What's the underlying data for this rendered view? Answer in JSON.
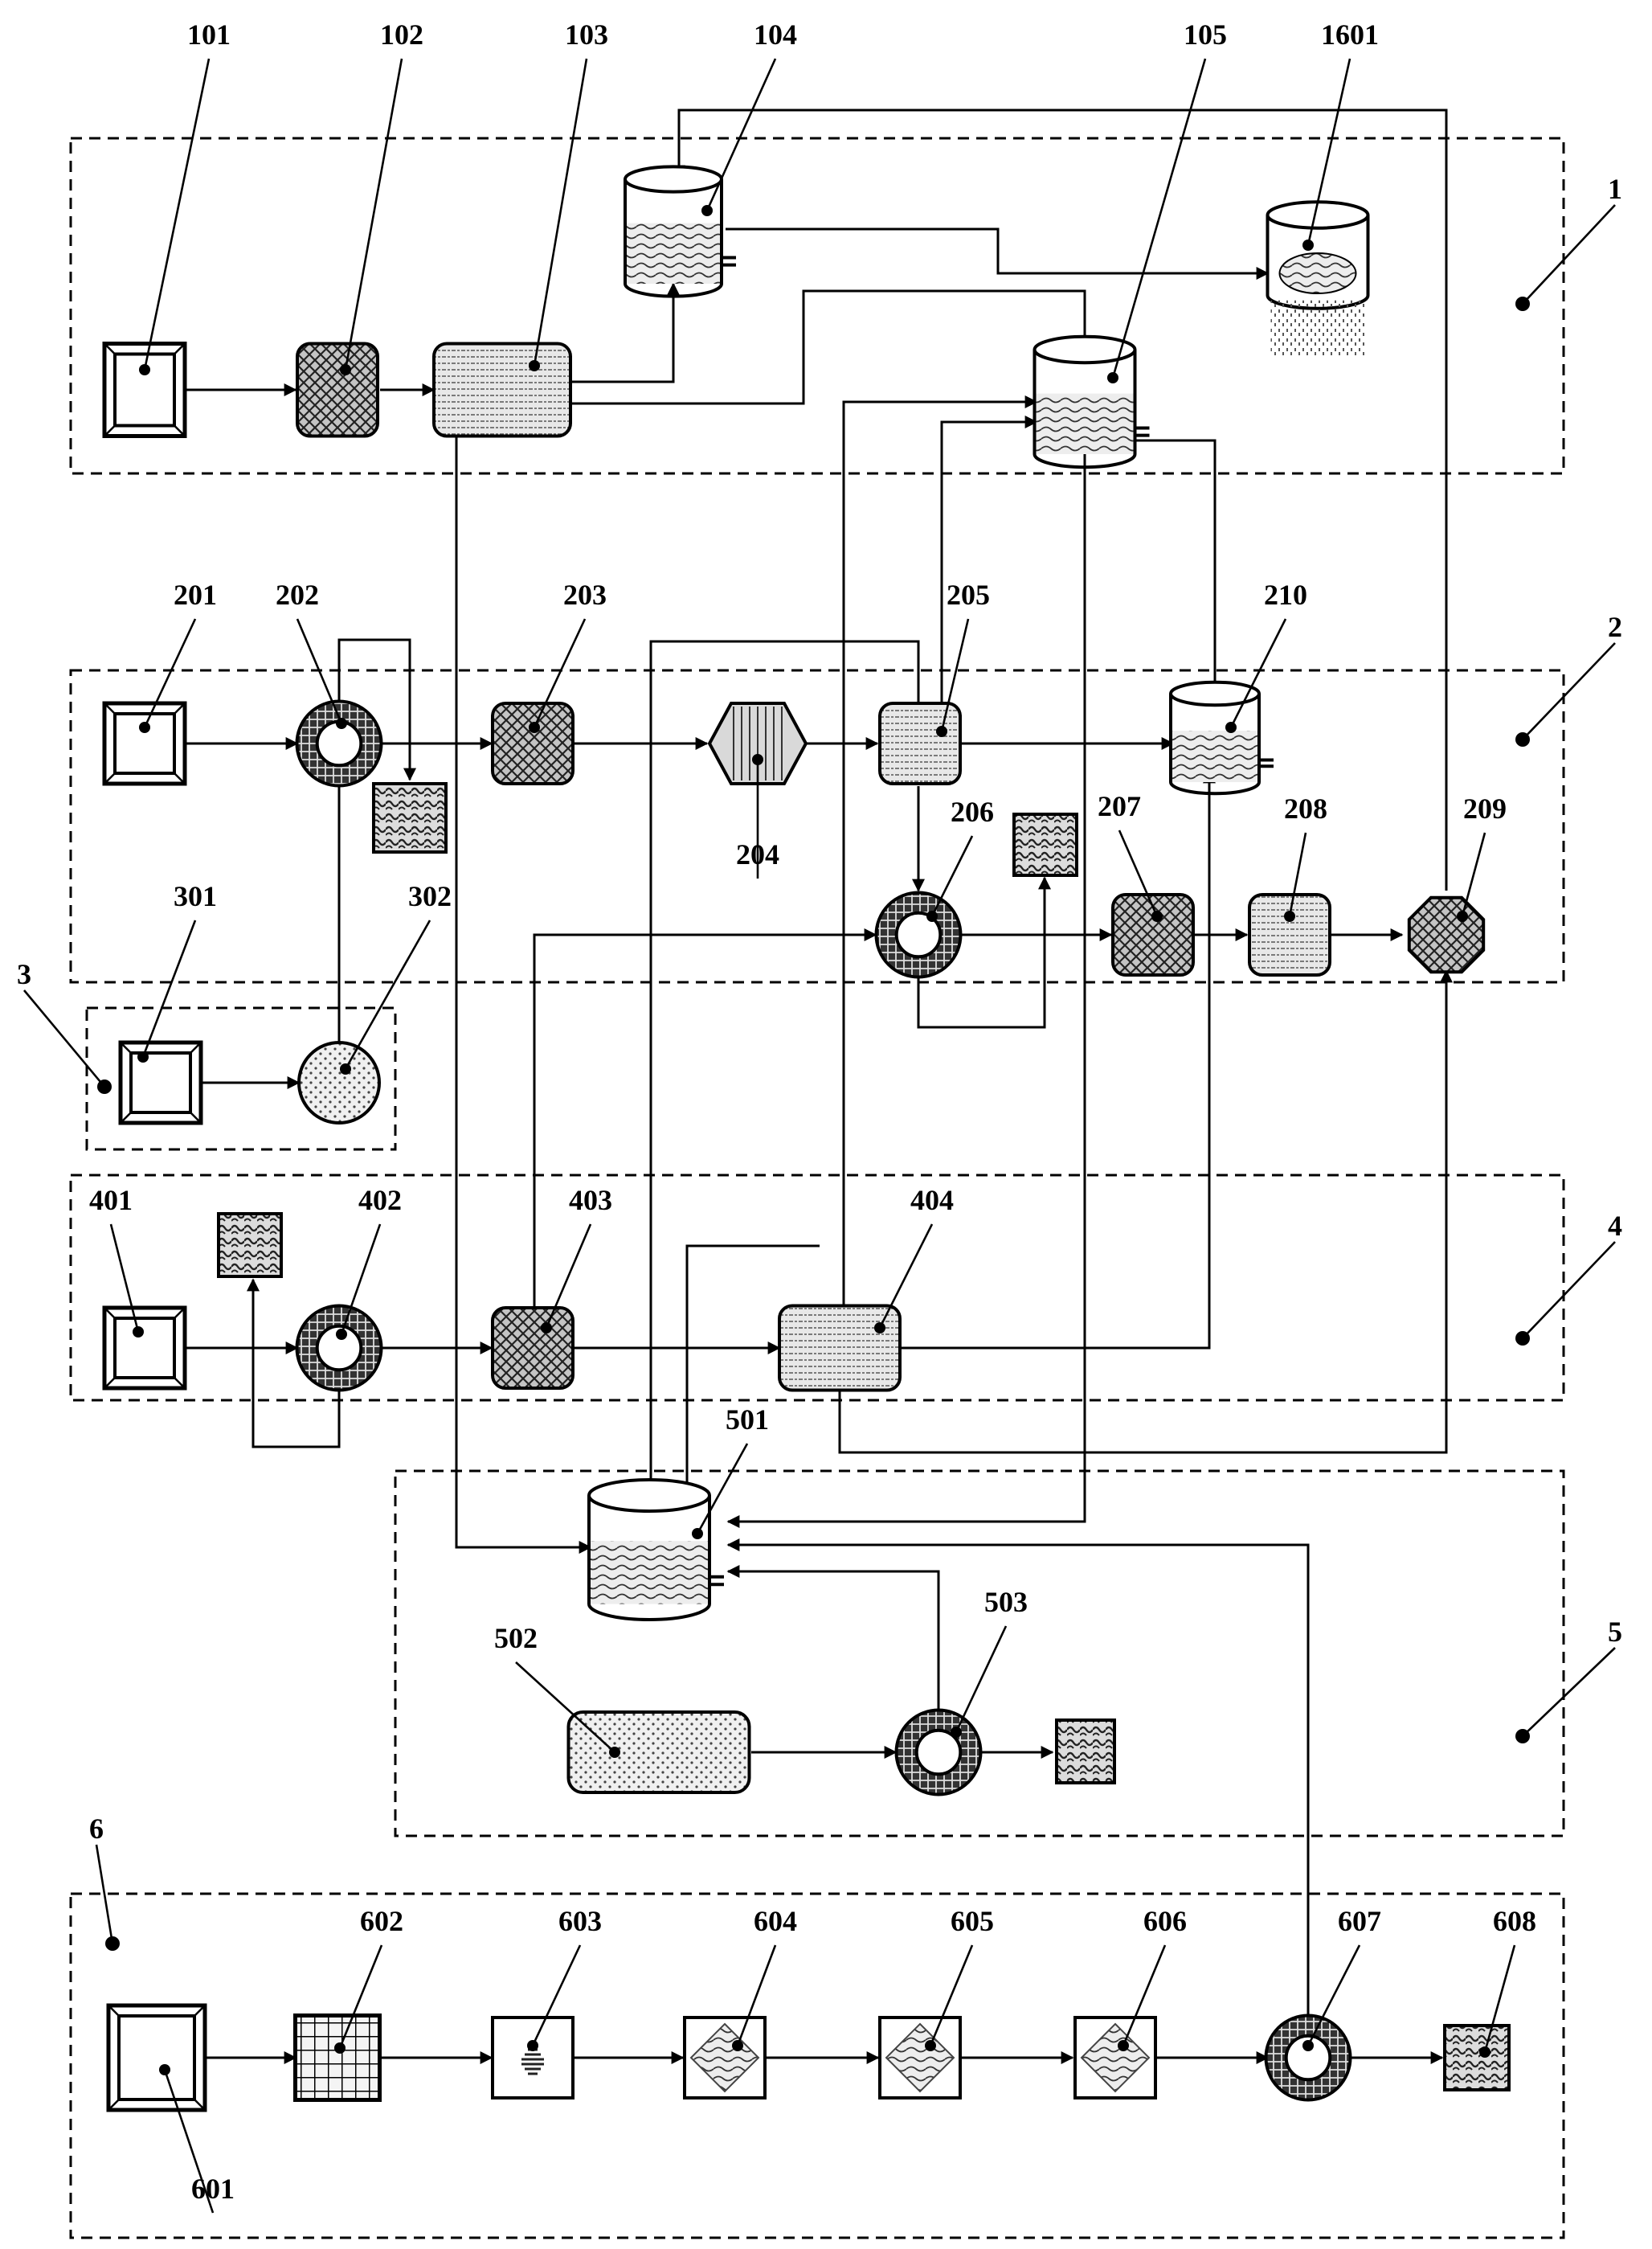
{
  "regions": [
    {
      "id": "1",
      "label": "1"
    },
    {
      "id": "2",
      "label": "2"
    },
    {
      "id": "3",
      "label": "3"
    },
    {
      "id": "4",
      "label": "4"
    },
    {
      "id": "5",
      "label": "5"
    },
    {
      "id": "6",
      "label": "6"
    }
  ],
  "components": [
    {
      "id": "101",
      "label": "101",
      "shape": "frame-square"
    },
    {
      "id": "102",
      "label": "102",
      "shape": "crosshatch-square"
    },
    {
      "id": "103",
      "label": "103",
      "shape": "wide-rounded-rect"
    },
    {
      "id": "104",
      "label": "104",
      "shape": "tank"
    },
    {
      "id": "105",
      "label": "105",
      "shape": "tank"
    },
    {
      "id": "1601",
      "label": "1601",
      "shape": "sprinkler-tank"
    },
    {
      "id": "201",
      "label": "201",
      "shape": "frame-square"
    },
    {
      "id": "202",
      "label": "202",
      "shape": "ring"
    },
    {
      "id": "203",
      "label": "203",
      "shape": "crosshatch-square"
    },
    {
      "id": "204",
      "label": "204",
      "shape": "hexagon"
    },
    {
      "id": "205",
      "label": "205",
      "shape": "lined-square"
    },
    {
      "id": "206",
      "label": "206",
      "shape": "ring"
    },
    {
      "id": "207",
      "label": "207",
      "shape": "crosshatch-square"
    },
    {
      "id": "208",
      "label": "208",
      "shape": "lined-square"
    },
    {
      "id": "209",
      "label": "209",
      "shape": "octagon"
    },
    {
      "id": "210",
      "label": "210",
      "shape": "tank"
    },
    {
      "id": "301",
      "label": "301",
      "shape": "frame-square"
    },
    {
      "id": "302",
      "label": "302",
      "shape": "dotted-circle"
    },
    {
      "id": "401",
      "label": "401",
      "shape": "frame-square"
    },
    {
      "id": "402",
      "label": "402",
      "shape": "ring"
    },
    {
      "id": "403",
      "label": "403",
      "shape": "crosshatch-square"
    },
    {
      "id": "404",
      "label": "404",
      "shape": "wide-rounded-rect"
    },
    {
      "id": "501",
      "label": "501",
      "shape": "tank"
    },
    {
      "id": "502",
      "label": "502",
      "shape": "dotted-rounded-rect"
    },
    {
      "id": "503",
      "label": "503",
      "shape": "ring"
    },
    {
      "id": "601",
      "label": "601",
      "shape": "frame-square"
    },
    {
      "id": "602",
      "label": "602",
      "shape": "grid-square"
    },
    {
      "id": "603",
      "label": "603",
      "shape": "square"
    },
    {
      "id": "604",
      "label": "604",
      "shape": "diamond-square"
    },
    {
      "id": "605",
      "label": "605",
      "shape": "diamond-square"
    },
    {
      "id": "606",
      "label": "606",
      "shape": "diamond-square"
    },
    {
      "id": "607",
      "label": "607",
      "shape": "ring"
    },
    {
      "id": "608",
      "label": "608",
      "shape": "bin-square"
    }
  ],
  "colors": {
    "ink": "#000000",
    "paper": "#ffffff",
    "fill_light": "#e6e6e6",
    "fill_mid": "#cfcfcf"
  }
}
